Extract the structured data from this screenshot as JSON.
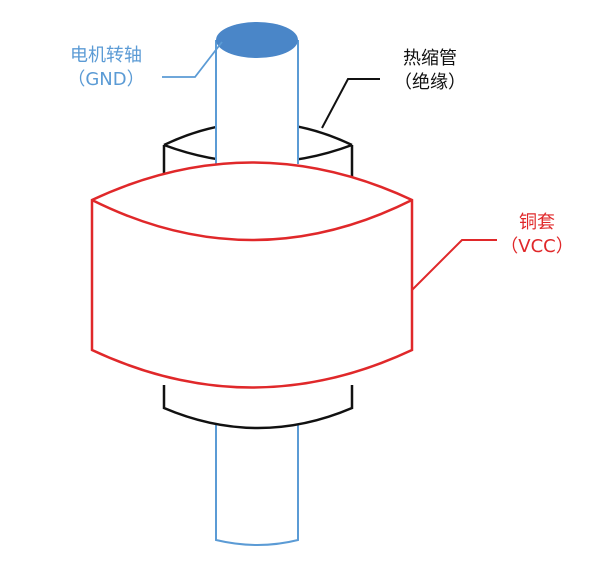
{
  "labels": {
    "shaft": {
      "name": "电机转轴",
      "note": "（GND）"
    },
    "tube": {
      "name": "热缩管",
      "note": "（绝缘）"
    },
    "sleeve": {
      "name": "铜套",
      "note": "（VCC）"
    }
  },
  "colors": {
    "shaft": "#5b9bd5",
    "shaft_top": "#4a86c8",
    "tube": "#111111",
    "sleeve": "#e0282a"
  }
}
